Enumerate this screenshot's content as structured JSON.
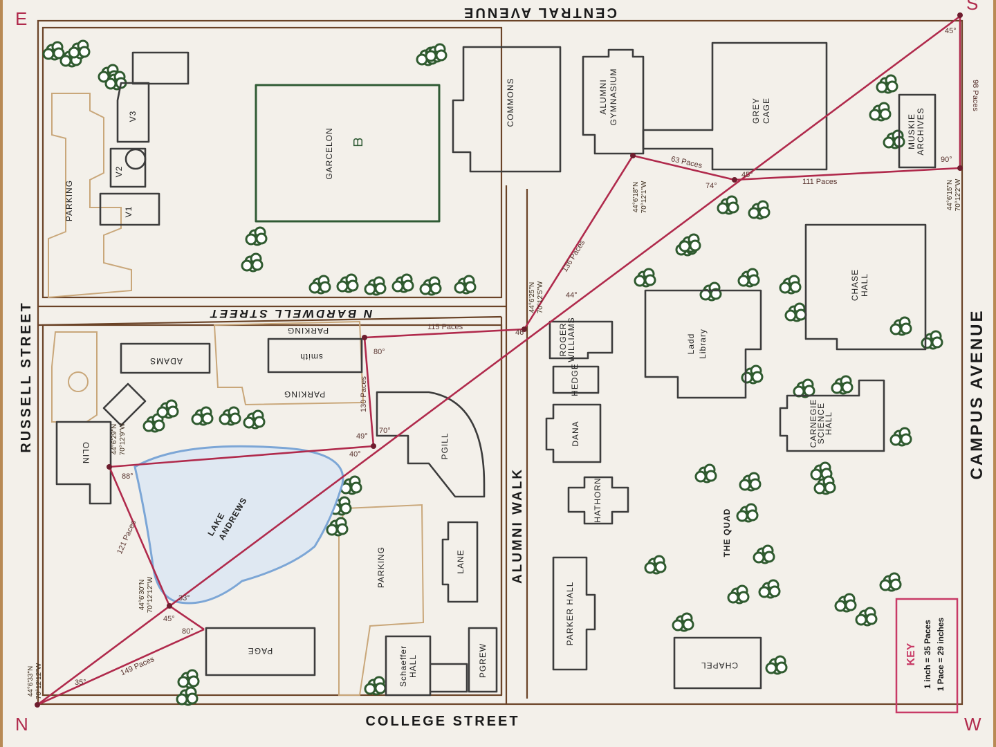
{
  "corners": {
    "top_left": "E",
    "top_right": "S",
    "bottom_left": "N",
    "bottom_right": "W"
  },
  "streets": {
    "top": "CENTRAL AVENUE",
    "left": "RUSSELL STREET",
    "right": "CAMPUS AVENUE",
    "bottom": "COLLEGE STREET",
    "middle": "N BARDWELL STREET",
    "walk": "ALUMNI WALK"
  },
  "buildings": {
    "garcelon": "GARCELON",
    "commons": "COMMONS",
    "alumni_gym": [
      "ALUMNI",
      "GYMNASIUM"
    ],
    "grey_cage": [
      "GREY",
      "CAGE"
    ],
    "muskie": [
      "MUSKIE",
      "ARCHIVES"
    ],
    "parking_top": "PARKING",
    "v1": "V1",
    "v2": "V2",
    "v3": "V3",
    "adams": "ADAMS",
    "smith": "smith",
    "parking_smith_top": "PARKING",
    "parking_smith_bottom": "PARKING",
    "olin": "OLIN",
    "lake_andrews": [
      "LAKE",
      "ANDREWS"
    ],
    "pgill": "PGILL",
    "lane": "LANE",
    "parking_bottom": "PARKING",
    "schaeffer": [
      "Schaeffer",
      "HALL"
    ],
    "pgrew": "PGREW",
    "page": "PAGE",
    "roger_williams": [
      "ROGER",
      "WILLIAMS"
    ],
    "hedge": "HEDGE",
    "dana": "DANA",
    "hathorn": "HATHORN",
    "parker_hall": "PARKER HALL",
    "chapel": "CHAPEL",
    "ladd_library": [
      "Ladd",
      "Library"
    ],
    "chase_hall": [
      "CHASE",
      "HALL"
    ],
    "carnegie": [
      "CARNEGIE",
      "SCIENCE",
      "HALL"
    ],
    "the_quad": "THE QUAD"
  },
  "survey": {
    "coord_bottom_left": [
      "44°6'33\"N",
      "70°12'12\"W"
    ],
    "coord_left_mid": [
      "44°6'30\"N",
      "70°12'12\"W"
    ],
    "coord_olin": [
      "44°6'29\"N",
      "70°12'9\"W"
    ],
    "coord_alumni_walk": [
      "44°6'25\"N",
      "70°12'5\"W"
    ],
    "coord_gym": [
      "44°6'18\"N",
      "70°12'1\"W"
    ],
    "coord_right": [
      "44°6'15\"N",
      "70°12'2\"W"
    ],
    "paces_149": "149 Paces",
    "paces_121": "121 Paces",
    "paces_130": "130 Paces",
    "paces_115": "115 Paces",
    "paces_136": "136 Paces",
    "paces_63": "63 Paces",
    "paces_111": "111 Paces",
    "paces_98": "98 Paces",
    "angles": {
      "a_bl": "35°",
      "a_lm": "45°",
      "a_lm2": "33°",
      "a_page": "80°",
      "a_olin": "88°",
      "a_mid_l": "40°",
      "a_mid_u": "49°",
      "a_mid_r": "70°",
      "a_smith": "80°",
      "a_walk": "46°",
      "a_walk2": "44°",
      "a_gym": "74°",
      "a_cage": "45°",
      "a_right": "90°",
      "a_top": "45°"
    }
  },
  "key": {
    "title": "KEY",
    "line1": "1 inch = 35 Paces",
    "line2": "1 Pace = 29 inches"
  },
  "colors": {
    "paper": "#f3f0ea",
    "road": "#6a4327",
    "building": "#3c3c3c",
    "garcelon": "#2f5a34",
    "survey": "#b02a4c",
    "lake": "#7ca6d6",
    "tree": "#2f5a2f",
    "parking": "#c9a77a"
  }
}
